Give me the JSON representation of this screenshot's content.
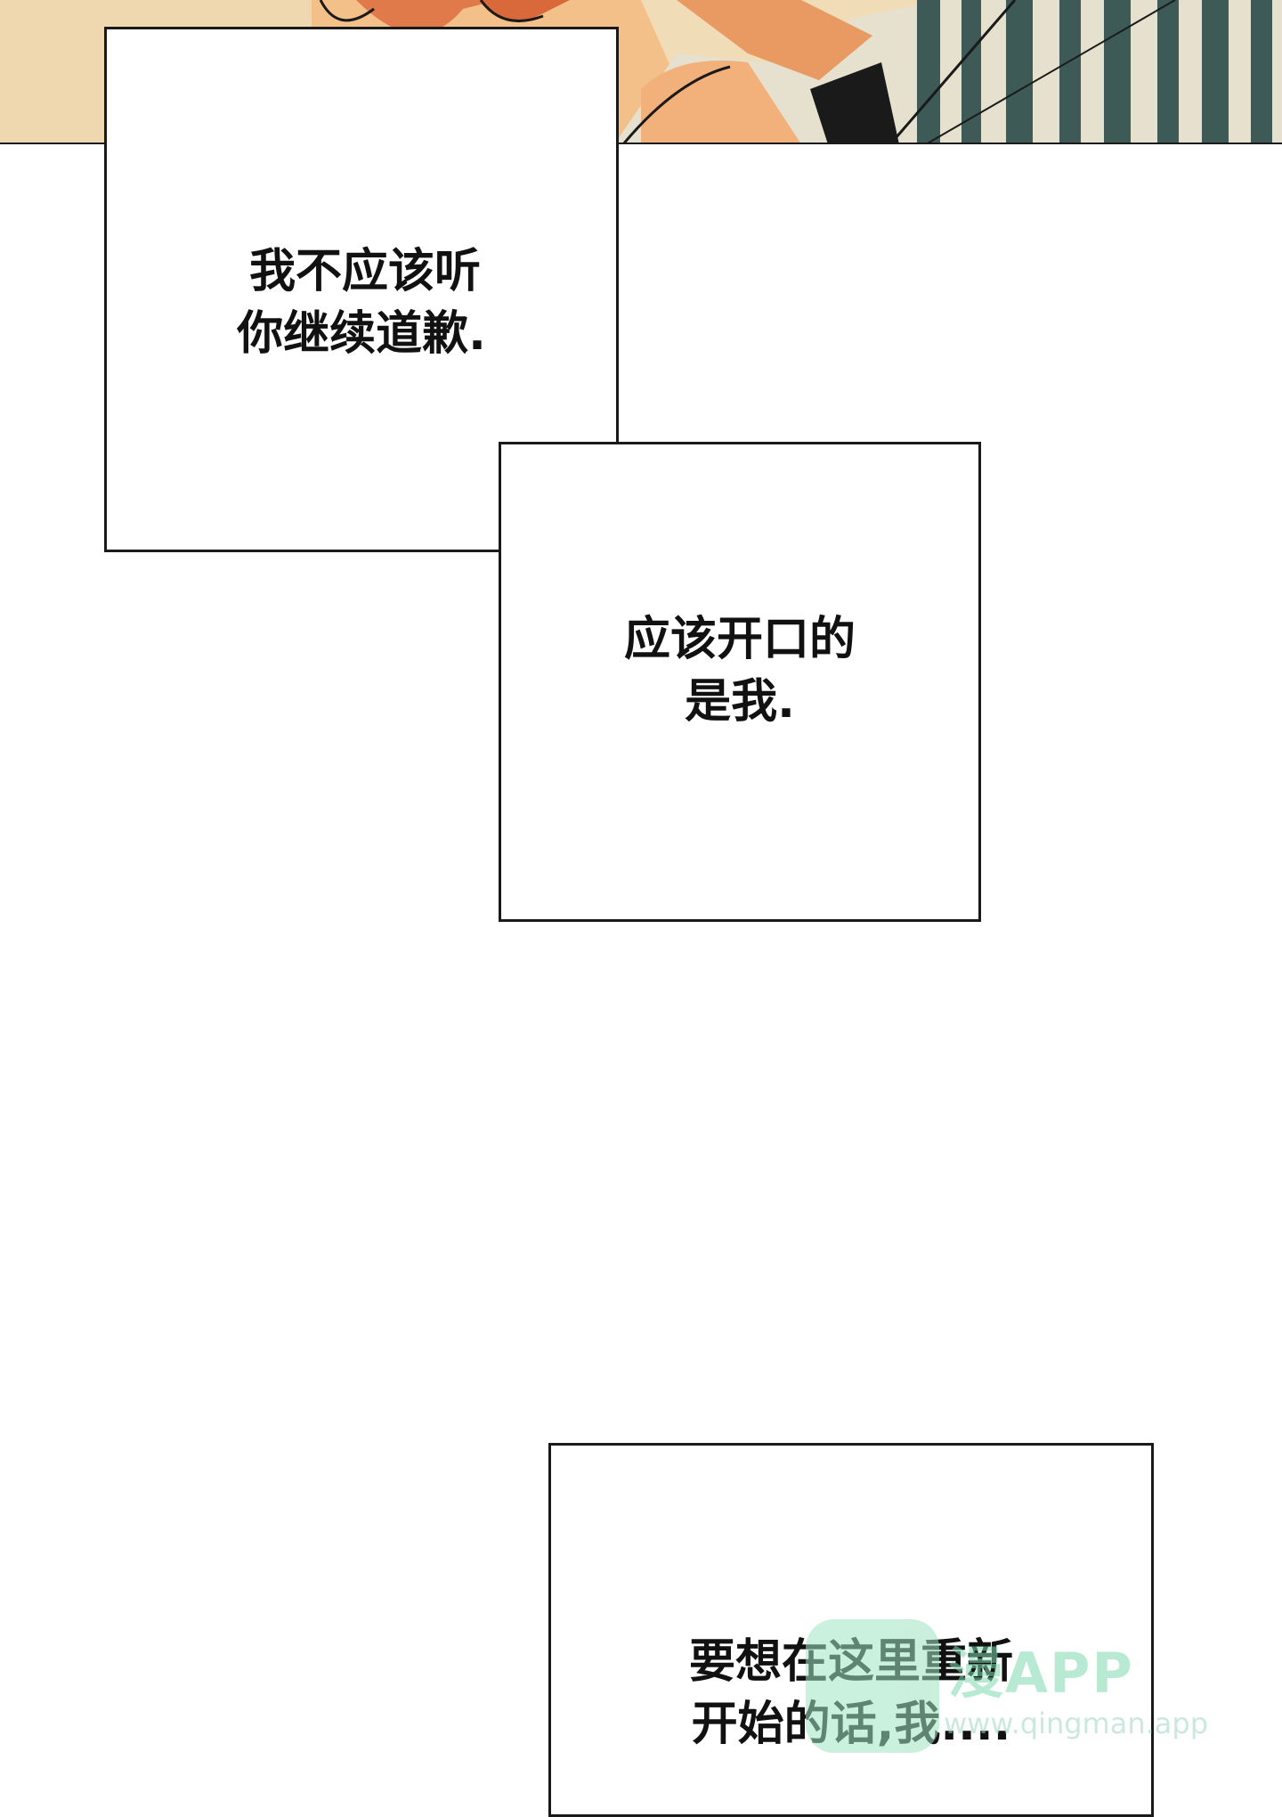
{
  "panel_art": {
    "colors": {
      "skin": "#f3c08a",
      "skin_shadow": "#e07a4a",
      "background_left": "#f1dcb8",
      "stripe_dark": "#3d5a57",
      "stripe_light": "#e6e0cf",
      "outline": "#1a1a1a"
    }
  },
  "captions": [
    {
      "lines": [
        "我不应该听",
        "你继续道歉."
      ]
    },
    {
      "lines": [
        "应该开口的",
        "是我."
      ]
    },
    {
      "lines": [
        "要想在这里重新",
        "开始的话,我...."
      ]
    }
  ],
  "watermark": {
    "brand": "漫APP",
    "url": "www.qingman.app",
    "color": "#7fd9b0"
  }
}
